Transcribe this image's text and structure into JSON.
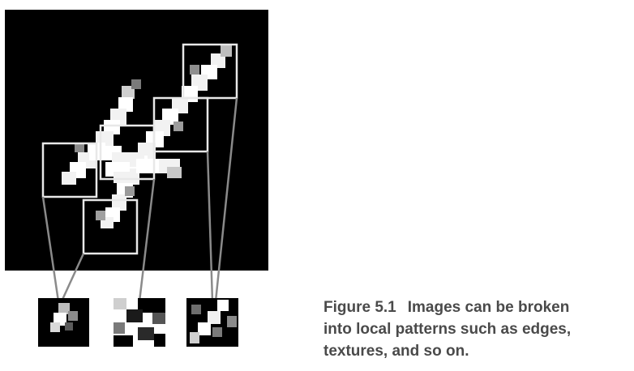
{
  "figure": {
    "number": "Figure 5.1",
    "caption_lines": [
      "Images can be broken",
      "into local patterns such as edges,",
      "textures, and so on."
    ]
  },
  "colors": {
    "background": "#000000",
    "stroke": "#e8e8e8",
    "connector": "#8a8a8a",
    "caption_text": "#4a4a4a"
  },
  "digit_description_icon": "handwritten-digit-4-pixelated"
}
